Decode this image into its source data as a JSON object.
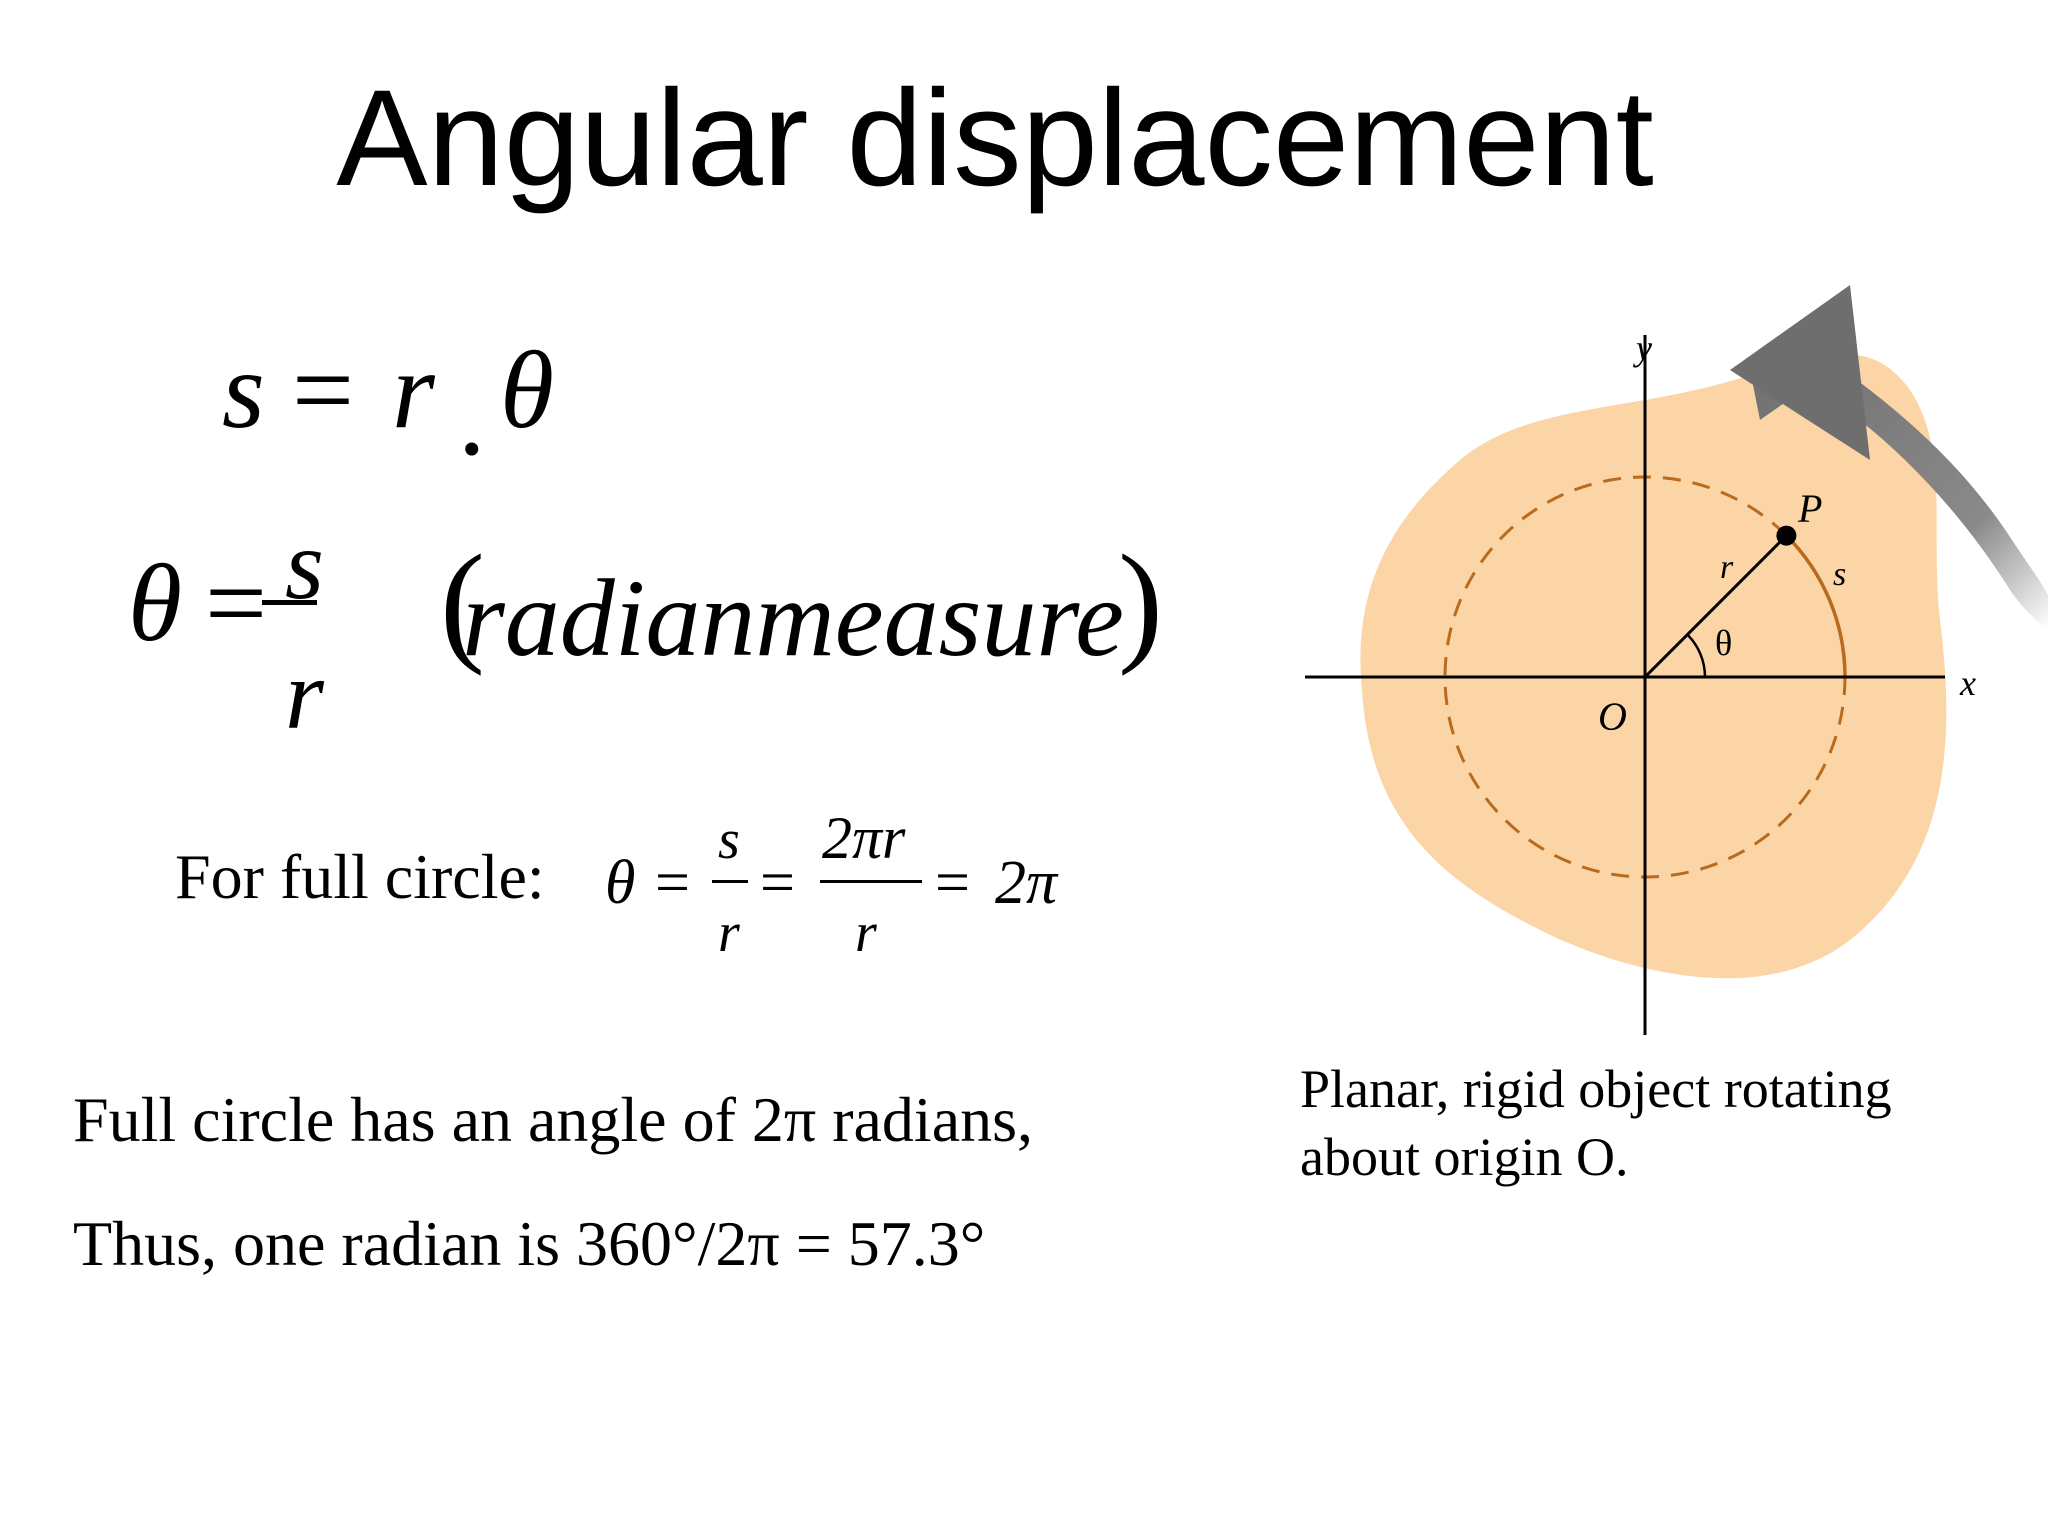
{
  "title": "Angular displacement",
  "eq1": {
    "s": "s",
    "eq": "=",
    "r": "r",
    "dot": ".",
    "theta": "θ"
  },
  "eq2": {
    "theta": "θ",
    "eq": "=",
    "num": "s",
    "den": "r",
    "lparen": "(",
    "text": "radianmeasure",
    "rparen": ")"
  },
  "eq3": {
    "label": "For full circle:",
    "theta": "θ",
    "eq1": "=",
    "f1_num": "s",
    "f1_den": "r",
    "eq2": "=",
    "f2_num": "2πr",
    "f2_den": "r",
    "eq3": "=",
    "result": "2π"
  },
  "line1": "Full circle has an angle of 2π radians,",
  "line2": "Thus, one radian is 360°/2π = 57.3°",
  "caption": "Planar, rigid object rotating about origin O.",
  "diagram": {
    "y_label": "y",
    "x_label": "x",
    "origin_label": "O",
    "point_label": "P",
    "radius_label": "r",
    "arc_label": "s",
    "angle_label": "θ",
    "blob_color": "#fbd5a6",
    "circle_color": "#b86b1e",
    "arrow_color": "#6e6e6e"
  }
}
